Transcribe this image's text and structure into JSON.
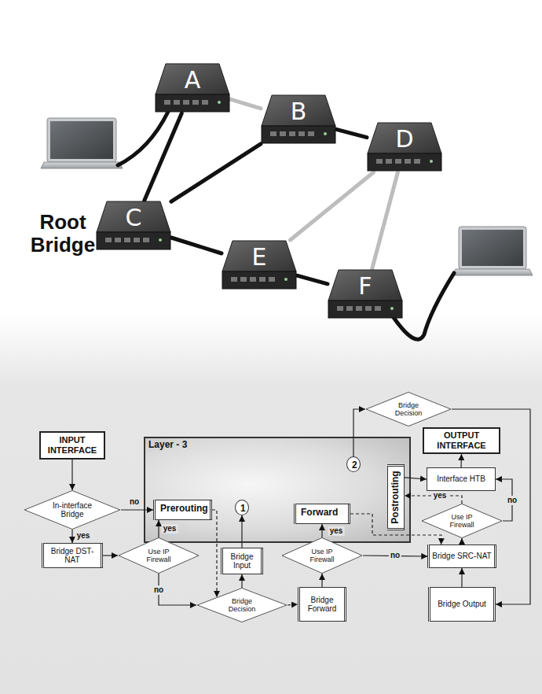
{
  "diagram": {
    "nodes": [
      {
        "text": [
          "A"
        ]
      },
      {
        "text": [
          "B"
        ]
      },
      {
        "text": [
          "D"
        ]
      },
      {
        "text": [
          "C"
        ]
      },
      {
        "text": [
          "E"
        ]
      },
      {
        "text": [
          "F"
        ]
      },
      {
        "text": [
          "Bridge Decision"
        ]
      },
      {
        "text": [
          "OUTPUT INTERFACE"
        ]
      },
      {
        "text": [
          "INPUT INTERFACE"
        ]
      },
      {
        "text": [
          "Layer - 3"
        ]
      },
      {
        "text": [
          "2"
        ],
        "in": 9
      },
      {
        "text": [
          "Postrouting"
        ],
        "in": 9
      },
      {
        "text": [
          "Interface HTB"
        ]
      },
      {
        "text": [
          "In-interface Bridge"
        ]
      },
      {
        "text": [
          "Prerouting"
        ],
        "in": 9
      },
      {
        "text": [
          "1"
        ],
        "in": 9
      },
      {
        "text": [
          "Forward"
        ],
        "in": 9
      },
      {
        "text": [
          "Use IP Firewall"
        ]
      },
      {
        "text": [
          "Bridge Input"
        ]
      },
      {
        "text": [
          "Bridge DST-NAT"
        ]
      },
      {
        "text": [
          "Use IP Firewall"
        ]
      },
      {
        "text": [
          "Use IP Firewall"
        ]
      },
      {
        "text": [
          "Bridge SRC-NAT"
        ]
      },
      {
        "text": [
          "Bridge Decision"
        ]
      },
      {
        "text": [
          "Bridge Forward"
        ]
      },
      {
        "text": [
          "Bridge Output"
        ]
      }
    ],
    "edges": [
      {
        "from": 0,
        "to": 3,
        "arrow": "none"
      },
      {
        "from": 0,
        "to": 1,
        "arrow": "none"
      },
      {
        "from": 3,
        "to": 1,
        "arrow": "none"
      },
      {
        "from": 1,
        "to": 2,
        "arrow": "none"
      },
      {
        "from": 3,
        "to": 4,
        "arrow": "none"
      },
      {
        "from": 4,
        "to": 2,
        "arrow": "none"
      },
      {
        "from": 4,
        "to": 5,
        "arrow": "none"
      },
      {
        "from": 5,
        "to": 2,
        "arrow": "none"
      },
      {
        "from": 8,
        "to": 13,
        "arrow": "to"
      },
      {
        "from": 13,
        "to": 14,
        "label": "no",
        "arrow": "to"
      },
      {
        "from": 13,
        "to": 19,
        "label": "yes",
        "arrow": "to"
      },
      {
        "from": 19,
        "to": 20,
        "arrow": "to"
      },
      {
        "from": 20,
        "to": 14,
        "label": "yes",
        "arrow": "to"
      },
      {
        "from": 20,
        "to": 23,
        "label": "no",
        "arrow": "to"
      },
      {
        "from": 14,
        "to": 23,
        "arrow": "to"
      },
      {
        "from": 23,
        "to": 18,
        "arrow": "to"
      },
      {
        "from": 23,
        "to": 24,
        "arrow": "to"
      },
      {
        "from": 18,
        "to": 15,
        "arrow": "to"
      },
      {
        "from": 24,
        "to": 21,
        "arrow": "to"
      },
      {
        "from": 21,
        "to": 16,
        "label": "yes",
        "arrow": "to"
      },
      {
        "from": 21,
        "to": 22,
        "label": "no",
        "arrow": "to"
      },
      {
        "from": 16,
        "to": 22,
        "arrow": "to"
      },
      {
        "from": 25,
        "to": 22,
        "arrow": "to"
      },
      {
        "from": 22,
        "to": 17,
        "arrow": "to"
      },
      {
        "from": 17,
        "to": 11,
        "label": "yes",
        "arrow": "to"
      },
      {
        "from": 17,
        "to": 12,
        "label": "no",
        "arrow": "to"
      },
      {
        "from": 11,
        "to": 12,
        "arrow": "to"
      },
      {
        "from": 12,
        "to": 7,
        "arrow": "to"
      },
      {
        "from": 10,
        "to": 6,
        "arrow": "to"
      },
      {
        "from": 6,
        "to": 25,
        "arrow": "to"
      }
    ],
    "labels": [
      "Root Bridge"
    ]
  }
}
